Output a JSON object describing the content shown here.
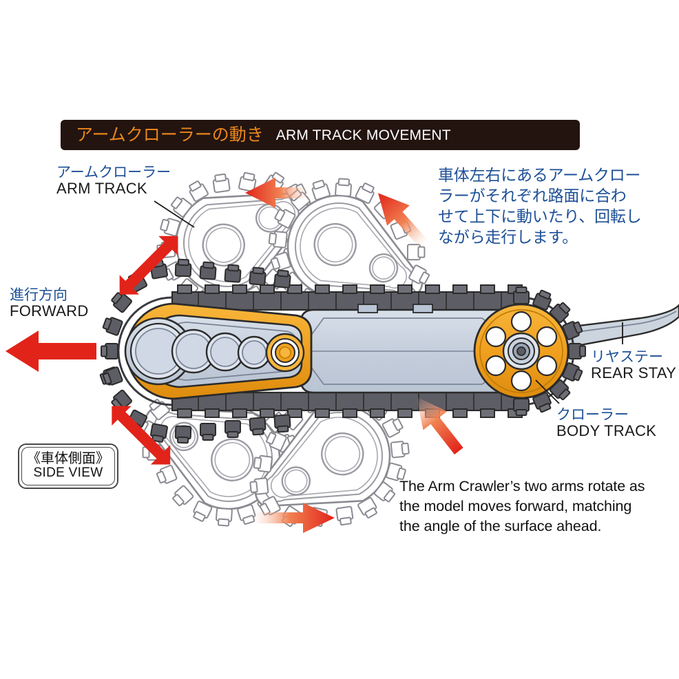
{
  "banner": {
    "jp": "アームクローラーの動き",
    "en": "ARM TRACK MOVEMENT",
    "bg_color": "#231410",
    "jp_color": "#e8861c",
    "en_color": "#ffffff"
  },
  "labels": {
    "arm_track": {
      "jp": "アームクローラー",
      "en": "ARM TRACK"
    },
    "forward": {
      "jp": "進行方向",
      "en": "FORWARD"
    },
    "rear_stay": {
      "jp": "リヤステー",
      "en": "REAR STAY"
    },
    "body_track": {
      "jp": "クローラー",
      "en": "BODY TRACK"
    },
    "side_view": {
      "jp": "《車体側面》",
      "en": "SIDE VIEW"
    }
  },
  "paragraphs": {
    "jp_lines": [
      "車体左右にあるアームクロー",
      "ラーがそれぞれ路面に合わ",
      "せて上下に動いたり、回転し",
      "ながら走行します。"
    ],
    "en_lines": [
      "The Arm Crawler’s two arms rotate as",
      "the model moves forward, matching",
      "the angle of the surface ahead."
    ]
  },
  "colors": {
    "label_jp": "#1d4f96",
    "label_en": "#1a1a1a",
    "arrow_red": "#e2231a",
    "arrow_fade": "#f4a07a",
    "track_dark": "#54545a",
    "track_mid": "#6e6e76",
    "body_fill": "#c9d2de",
    "orange": "#f0a01e",
    "orange_dark": "#d8860c",
    "ghost_line": "#8a8a92",
    "outline": "#2b2b2b",
    "background": "#ffffff"
  },
  "arrows": {
    "forward": {
      "name": "forward-arrow",
      "direction": "left",
      "style": "solid-red"
    },
    "top": {
      "name": "top-rotation-arrow",
      "direction": "left",
      "style": "gradient"
    },
    "bottom": {
      "name": "bottom-rotation-arrow",
      "direction": "right",
      "style": "gradient"
    },
    "upper_right": {
      "name": "upper-right-arrow",
      "direction": "up-left",
      "style": "gradient"
    },
    "lower_right": {
      "name": "lower-right-arrow",
      "direction": "up-left",
      "style": "gradient"
    },
    "upper_left": {
      "name": "upper-left-swing-arrow",
      "direction": "double",
      "style": "solid-red"
    },
    "lower_left": {
      "name": "lower-left-swing-arrow",
      "direction": "double",
      "style": "solid-red"
    }
  },
  "diagram": {
    "type": "technical-illustration",
    "subject": "Arm Crawler tracked vehicle, side view",
    "front_arm_wheels": 5,
    "rear_sprocket_holes": 6,
    "ghost_arm_positions": 4
  }
}
